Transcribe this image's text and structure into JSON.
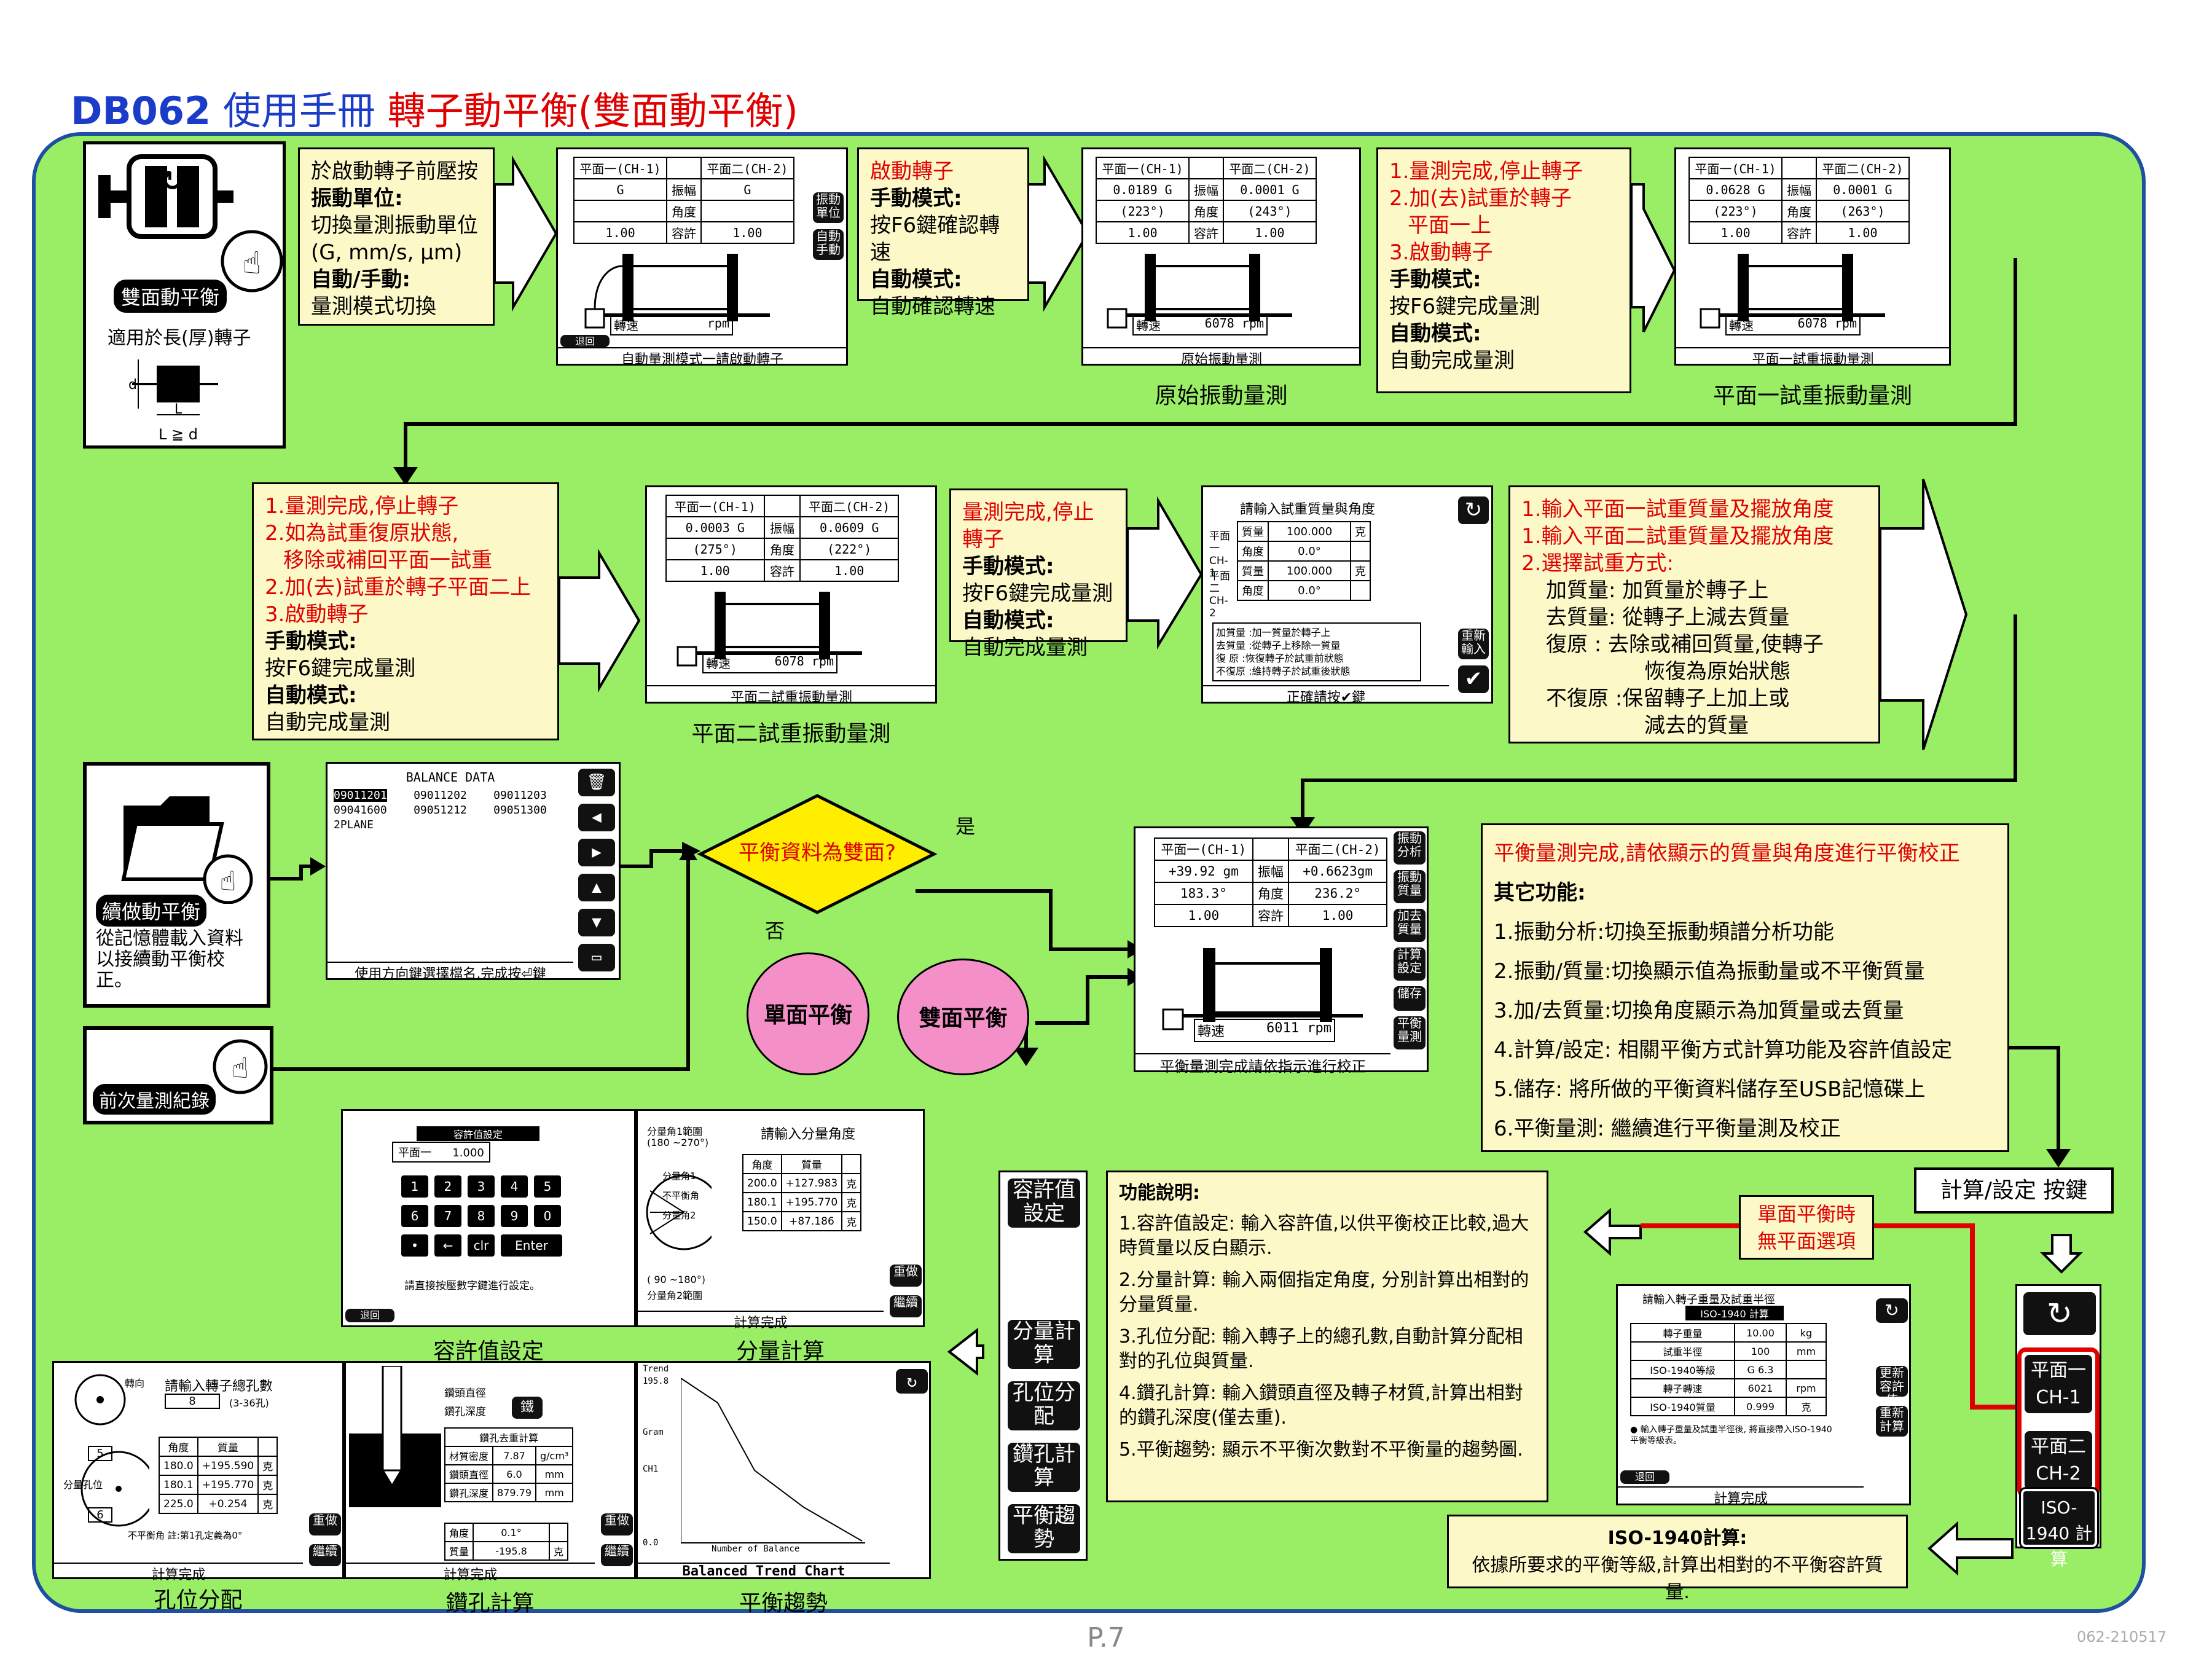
{
  "header": {
    "model": "DB062",
    "manual": "使用手冊",
    "section": "轉子動平衡(雙面動平衡)"
  },
  "icons": {
    "dual": {
      "label": "雙面動平衡",
      "desc": "適用於長(厚)轉子",
      "d": "d",
      "l": "L",
      "cond": "L ≧ d"
    },
    "continue": {
      "label": "續做動平衡",
      "desc": "從記憶體載入資料以接續動平衡校正。"
    },
    "prev": {
      "label": "前次量測紀錄"
    }
  },
  "notes": {
    "n1": {
      "l1": "於啟動轉子前壓按",
      "l2": "振動單位:",
      "l3": "切換量測振動單位",
      "l4": "(G, mm/s, μm)",
      "l5": "自動/手動:",
      "l6": "量測模式切換"
    },
    "n2": {
      "l1": "啟動轉子",
      "l2": "手動模式:",
      "l3": "按F6鍵確認轉速",
      "l4": "自動模式:",
      "l5": "自動確認轉速"
    },
    "n3": {
      "l1": "1.量測完成,停止轉子",
      "l2": "2.加(去)試重於轉子",
      "l3": "平面一上",
      "l4": "3.啟動轉子",
      "l5": "手動模式:",
      "l6": "按F6鍵完成量測",
      "l7": "自動模式:",
      "l8": "自動完成量測"
    },
    "n4": {
      "l1": "1.量測完成,停止轉子",
      "l2": "2.如為試重復原狀態,",
      "l3": "移除或補回平面一試重",
      "l4": "2.加(去)試重於轉子平面二上",
      "l5": "3.啟動轉子",
      "l6": "手動模式:",
      "l7": "按F6鍵完成量測",
      "l8": "自動模式:",
      "l9": "自動完成量測"
    },
    "n5": {
      "l1": "量測完成,停止轉子",
      "l2": "手動模式:",
      "l3": "按F6鍵完成量測",
      "l4": "自動模式:",
      "l5": "自動完成量測"
    },
    "n6": {
      "l1": "1.輸入平面一試重質量及擺放角度",
      "l2": "1.輸入平面二試重質量及擺放角度",
      "l3": "2.選擇試重方式:",
      "l4": "加質量: 加質量於轉子上",
      "l5": "去質量: 從轉子上減去質量",
      "l6": "復原 : 去除或補回質量,使轉子",
      "l7": "恢復為原始狀態",
      "l8": "不復原 :保留轉子上加上或",
      "l9": "減去的質量"
    },
    "n7": {
      "l1": "平衡量測完成,請依顯示的質量與角度進行平衡校正",
      "l2": "其它功能:",
      "l3": "1.振動分析:切換至振動頻譜分析功能",
      "l4": "2.振動/質量:切換顯示值為振動量或不平衡質量",
      "l5": "3.加/去質量:切換角度顯示為加質量或去質量",
      "l6": "4.計算/設定: 相關平衡方式計算功能及容許值設定",
      "l7": "5.儲存: 將所做的平衡資料儲存至USB記憶碟上",
      "l8": "6.平衡量測: 繼續進行平衡量測及校正"
    },
    "n8": {
      "title": "功能說明:",
      "l1": "1.容許值設定: 輸入容許值,以供平衡校正比較,過大時質量以反白顯示.",
      "l2": "2.分量計算: 輸入兩個指定角度, 分別計算出相對的分量質量.",
      "l3": "3.孔位分配: 輸入轉子上的總孔數,自動計算分配相對的孔位與質量.",
      "l4": "4.鑽孔計算: 輸入鑽頭直徑及轉子材質,計算出相對的鑽孔深度(僅去重).",
      "l5": "5.平衡趨勢: 顯示不平衡次數對不平衡量的趨勢圖."
    },
    "n9": {
      "title": "ISO-1940計算:",
      "l1": "依據所要求的平衡等級,計算出相對的不平衡容許質量."
    },
    "single": {
      "l1": "單面平衡時",
      "l2": "無平面選項"
    }
  },
  "captions": {
    "raw": "原始振動量測",
    "p1": "平面一試重振動量測",
    "p2": "平面二試重振動量測",
    "tol": "容許值設定",
    "split": "分量計算",
    "hole": "孔位分配",
    "drill": "鑽孔計算",
    "trend": "平衡趨勢"
  },
  "flow": {
    "question": "平衡資料為雙面?",
    "yes": "是",
    "no": "否",
    "single": "單面平衡",
    "dual": "雙面平衡",
    "calc_key": "計算/設定 按鍵"
  },
  "screens": {
    "s1": {
      "ch1": "平面一(CH-1)",
      "ch2": "平面二(CH-2)",
      "amp": "振幅",
      "ang": "角度",
      "tol": "容許",
      "v1": "G",
      "v2": "G",
      "a1": "",
      "a2": "",
      "t1": "1.00",
      "t2": "1.00",
      "speed_label": "轉速",
      "speed": "rpm",
      "back": "退回",
      "caption": "自動量測模式一請啟動轉子",
      "k1": "振動單位",
      "k2": "自動手動"
    },
    "s2": {
      "v1": "0.0189 G",
      "v2": "0.0001 G",
      "a1": "(223°)",
      "a2": "(243°)",
      "t1": "1.00",
      "t2": "1.00",
      "speed": "6078 rpm",
      "caption": "原始振動量測"
    },
    "s3": {
      "v1": "0.0628 G",
      "v2": "0.0001 G",
      "a1": "(223°)",
      "a2": "(263°)",
      "t1": "1.00",
      "t2": "1.00",
      "speed": "6078 rpm",
      "caption": "平面一試重振動量測"
    },
    "s4": {
      "v1": "0.0003 G",
      "v2": "0.0609 G",
      "a1": "(275°)",
      "a2": "(222°)",
      "t1": "1.00",
      "t2": "1.00",
      "speed": "6078 rpm",
      "caption": "平面二試重振動量測"
    },
    "s5": {
      "title": "請輸入試重質量與角度",
      "ch1": "平面一 CH-1",
      "ch2": "平面二 CH-2",
      "mass": "質量",
      "angle": "角度",
      "m1": "100.000",
      "a1": "0.0°",
      "m2": "100.000",
      "a2": "0.0°",
      "unit": "克",
      "o1": "加質量 :加一質量於轉子上",
      "o2": "去質量 :從轉子上移除一質量",
      "o3": "復 原 :恢復轉子於試重前狀態",
      "o4": "不復原 :維持轉子於試重後狀態",
      "caption": "正確請按✔鍵",
      "k1": "重新輸入"
    },
    "s6": {
      "title": "BALANCE DATA",
      "r1c1": "09011201",
      "r1c2": "09011202",
      "r1c3": "09011203",
      "r2c1": "09041600",
      "r2c2": "09051212",
      "r2c3": "09051300",
      "r3c1": "2PLANE",
      "caption": "使用方向鍵選擇檔名,完成按⏎鍵"
    },
    "s7": {
      "v1": "+39.92 gm",
      "v2": "+0.6623gm",
      "a1": "183.3°",
      "a2": "236.2°",
      "t1": "1.00",
      "t2": "1.00",
      "speed": "6011 rpm",
      "caption": "平衡量測完成請依指示進行校正",
      "k1": "振動分析",
      "k2": "振動質量",
      "k3": "加去質量",
      "k4": "計算設定",
      "k5": "儲存",
      "k6": "平衡量測"
    },
    "tol": {
      "title": "容許值設定",
      "label": "平面一",
      "value": "1.000",
      "keys": [
        "1",
        "2",
        "3",
        "4",
        "5",
        "6",
        "7",
        "8",
        "9",
        "0",
        "•",
        "←",
        "clr",
        "Enter"
      ],
      "hint": "請直接按壓數字鍵進行設定。"
    },
    "split": {
      "title": "請輸入分量角度",
      "r1": "分量角1範圍",
      "r1v": "(180 ~270°)",
      "l1": "分量角1",
      "l2": "不平衡角",
      "l3": "分量角2",
      "h1": "角度",
      "h2": "質量",
      "c1a": "200.0",
      "c1m": "+127.983",
      "c2a": "180.1",
      "c2m": "+195.770",
      "c3a": "150.0",
      "c3m": "+87.186",
      "unit": "克",
      "r2v": "( 90 ~180°)",
      "r2": "分量角2範圍",
      "caption": "計算完成",
      "k1": "重做",
      "k2": "繼續"
    },
    "hole": {
      "title": "請輸入轉子總孔數",
      "dir": "轉向",
      "n": "8",
      "range": "(3-36孔)",
      "h1": "角度",
      "h2": "質量",
      "b1": "5",
      "b2": "6",
      "side": "分量孔位",
      "r1a": "180.0",
      "r1m": "+195.590",
      "r2a": "180.1",
      "r2m": "+195.770",
      "r3a": "225.0",
      "r3m": "+0.254",
      "unit": "克",
      "foot": "不平衡角 註:第1孔定義為0°",
      "caption": "計算完成"
    },
    "drill": {
      "l1": "鑽頭直徑",
      "l2": "鑽孔深度",
      "mat": "鐵",
      "title": "鑽孔去重計算",
      "k1": "材質密度",
      "v1": "7.87",
      "u1": "g/cm³",
      "k2": "鑽頭直徑",
      "v2": "6.0",
      "u2": "mm",
      "k3": "鑽孔深度",
      "v3": "879.79",
      "u3": "mm",
      "k4": "角度",
      "v4": "0.1°",
      "k5": "質量",
      "v5": "-195.8",
      "u5": "克",
      "caption": "計算完成"
    },
    "trend": {
      "ylabel": "Trend",
      "ymax": "195.8",
      "yunit": "Gram",
      "ch": "CH1",
      "ymin": "0.0",
      "xlabel": "Number of Balance",
      "caption": "Balanced Trend Chart"
    },
    "iso": {
      "title": "請輸入轉子重量及試重半徑",
      "sub": "ISO-1940 計算",
      "k1": "轉子重量",
      "v1": "10.00",
      "u1": "kg",
      "k2": "試重半徑",
      "v2": "100",
      "u2": "mm",
      "k3": "ISO-1940等級",
      "v3": "G 6.3",
      "k4": "轉子轉速",
      "v4": "6021",
      "u4": "rpm",
      "k5": "ISO-1940質量",
      "v5": "0.999",
      "u5": "克",
      "note": "● 輸入轉子重量及試重半徑後, 將直接帶入ISO-1940平衡等級表。",
      "caption": "計算完成",
      "b1": "更新容許值",
      "b2": "重新計算"
    }
  },
  "keys": {
    "tol": "容許值設定",
    "split": "分量計算",
    "hole": "孔位分配",
    "drill": "鑽孔計算",
    "trend": "平衡趨勢",
    "plane1": "平面一 CH-1",
    "plane2": "平面二 CH-2",
    "iso": "ISO-1940 計算"
  },
  "footer": {
    "page": "P.7",
    "code": "062-210517"
  }
}
